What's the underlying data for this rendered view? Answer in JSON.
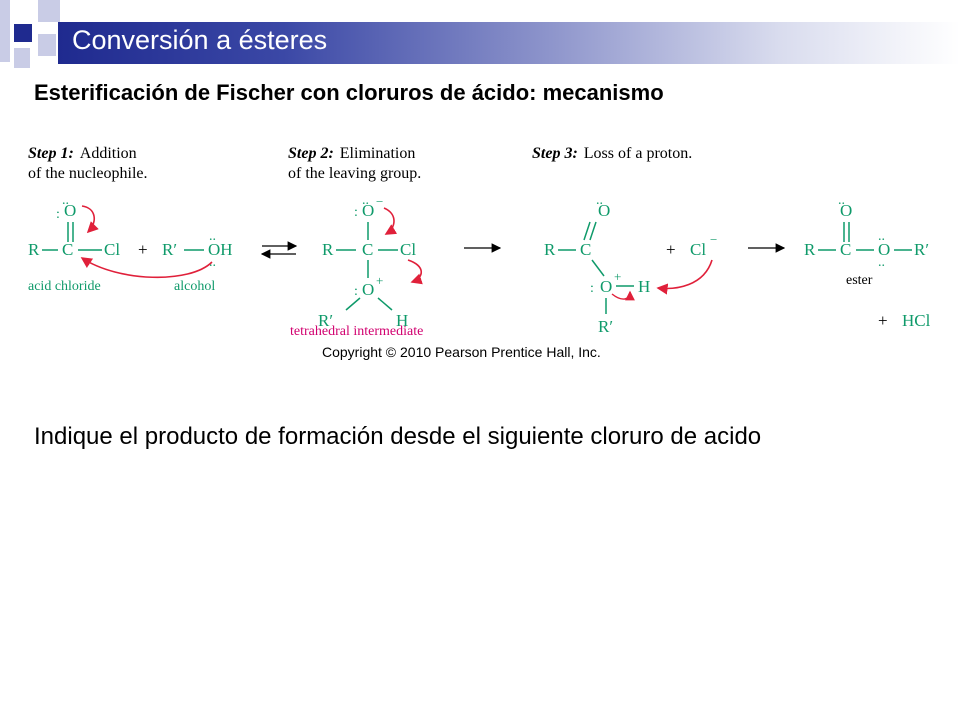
{
  "slide": {
    "title": "Conversión a ésteres",
    "subtitle": "Esterificación de Fischer con cloruros de ácido: mecanismo",
    "question": "Indique el producto de formación desde el siguiente cloruro de acido",
    "colors": {
      "title_bar_start": "#1f2a8f",
      "accent_green": "#0f9a6a",
      "accent_magenta": "#d1006f",
      "accent_red": "#e0203a"
    }
  },
  "figure": {
    "steps": [
      {
        "label": "Step 1:",
        "line1": "Addition",
        "line2": "of the nucleophile."
      },
      {
        "label": "Step 2:",
        "line1": "Elimination",
        "line2": "of the leaving group."
      },
      {
        "label": "Step 3:",
        "line1": "Loss of a proton.",
        "line2": ""
      }
    ],
    "atoms": {
      "R": "R",
      "C": "C",
      "Cl": "Cl",
      "O": "O",
      "H": "H",
      "OH": "OH",
      "Rp": "R′",
      "plus": "+",
      "Ominus_sup": "−",
      "Oplus_sup": "+",
      "Cl_minus": "Cl",
      "minus": "−"
    },
    "labels": {
      "acid_chloride": "acid chloride",
      "alcohol": "alcohol",
      "tetrahedral": "tetrahedral intermediate",
      "ester": "ester",
      "hcl": "HCl",
      "plus": "+"
    },
    "copyright": "Copyright © 2010 Pearson Prentice Hall, Inc."
  }
}
